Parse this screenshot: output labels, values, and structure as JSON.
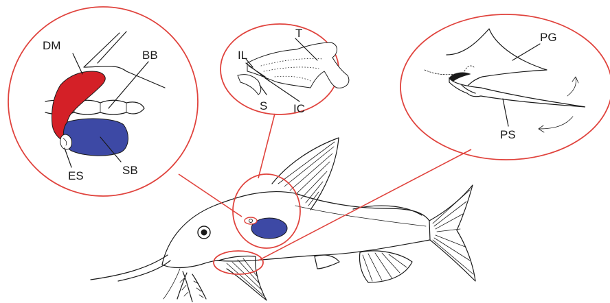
{
  "labels": {
    "dm": "DM",
    "bb": "BB",
    "es": "ES",
    "sb": "SB",
    "t": "T",
    "il": "IL",
    "s": "S",
    "ic": "IC",
    "pg": "PG",
    "ps": "PS"
  },
  "colors": {
    "highlight": "#e0433d",
    "muscle": "#d42027",
    "bladder": "#3d49a5",
    "ink": "#1a1a1a"
  }
}
